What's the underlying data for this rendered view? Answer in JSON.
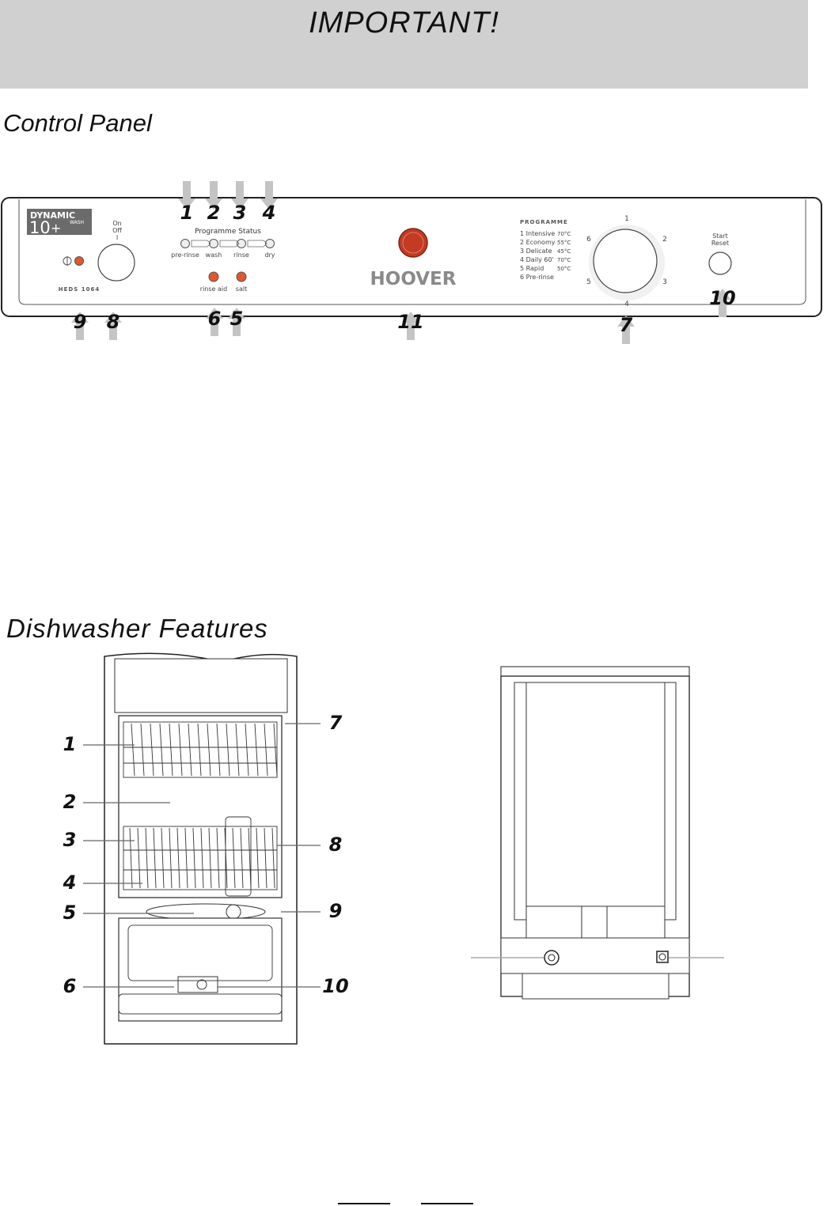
{
  "banner": {
    "title": "IMPORTANT!"
  },
  "sections": {
    "control_panel": "Control Panel",
    "features": "Dishwasher Features"
  },
  "panel": {
    "badge_top": "DYNAMIC",
    "badge_num": "10",
    "badge_plus": "+",
    "badge_wash": "WASH",
    "on": "On",
    "off": "Off",
    "i_mark": "I",
    "model": "HEDS 1064",
    "programme_status": "Programme  Status",
    "stages": [
      "pre-rinse",
      "wash",
      "rinse",
      "dry"
    ],
    "warnings": [
      "rinse aid",
      "salt"
    ],
    "brand": "HOOVER",
    "prog_header": "PROGRAMME",
    "programmes": [
      {
        "n": "1",
        "name": "Intensive",
        "temp": "70°C"
      },
      {
        "n": "2",
        "name": "Economy",
        "temp": "55°C"
      },
      {
        "n": "3",
        "name": "Delicate",
        "temp": "45°C"
      },
      {
        "n": "4",
        "name": "Daily 60'",
        "temp": "70°C"
      },
      {
        "n": "5",
        "name": "Rapid",
        "temp": "50°C"
      },
      {
        "n": "6",
        "name": "Pre-rinse",
        "temp": ""
      }
    ],
    "dial_marks": [
      "1",
      "2",
      "3",
      "4",
      "5",
      "6"
    ],
    "start": "Start",
    "reset": "Reset",
    "top_callouts": [
      "1",
      "2",
      "3",
      "4"
    ],
    "bottom_callouts": [
      "9",
      "8",
      "6",
      "5",
      "11",
      "7",
      "10"
    ]
  },
  "features": {
    "left_callouts": [
      "1",
      "2",
      "3",
      "4",
      "5",
      "6"
    ],
    "right_callouts": [
      "7",
      "8",
      "9",
      "10"
    ]
  }
}
